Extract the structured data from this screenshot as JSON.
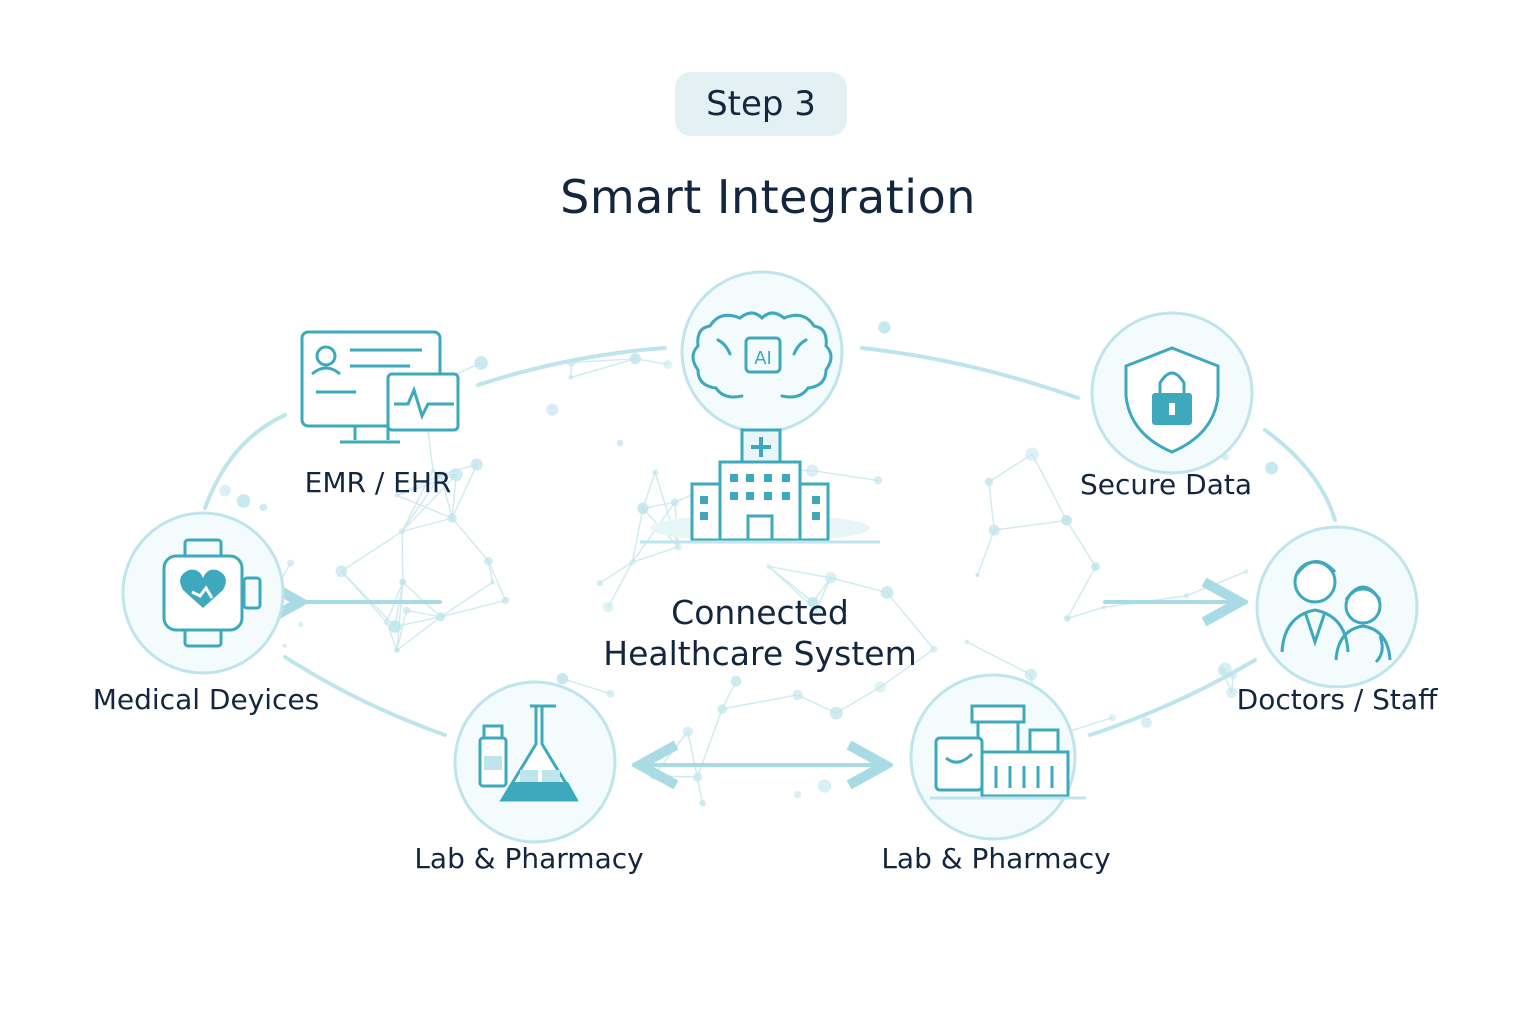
{
  "step_badge": "Step 3",
  "title": "Smart Integration",
  "center": {
    "line1": "Connected",
    "line2": "Healthcare System"
  },
  "nodes": {
    "emr": {
      "label": "EMR / EHR",
      "icon": "monitor-ecg-icon"
    },
    "ai": {
      "label_in_icon": "AI",
      "icon": "ai-brain-icon"
    },
    "secure": {
      "label": "Secure Data",
      "icon": "shield-lock-icon"
    },
    "devices": {
      "label": "Medical Deyices",
      "icon": "smartwatch-heart-icon"
    },
    "doctors": {
      "label": "Doctors / Staff",
      "icon": "doctors-icon"
    },
    "lab1": {
      "label": "Lab & Pharmacy",
      "icon": "lab-flask-icon"
    },
    "lab2": {
      "label": "Lab & Pharmacy",
      "icon": "pharmacy-building-icon"
    },
    "hospital": {
      "icon": "hospital-icon"
    }
  },
  "colors": {
    "accent": "#3ea9bd",
    "accent_light": "#a8dbe4",
    "circle_fill": "#f4fbfc",
    "text": "#14263d",
    "badge_bg": "#e3f1f4"
  }
}
